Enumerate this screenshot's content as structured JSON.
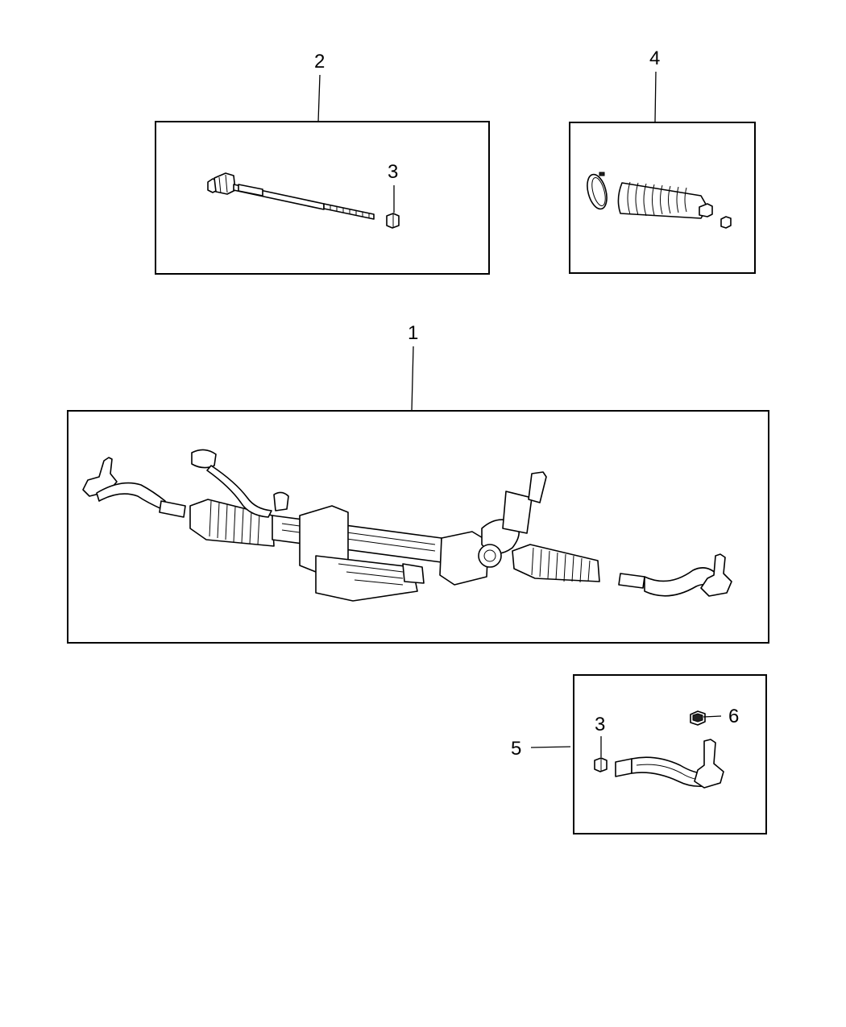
{
  "callouts": {
    "c1": "1",
    "c2": "2",
    "c3a": "3",
    "c3b": "3",
    "c4": "4",
    "c5": "5",
    "c6": "6"
  },
  "parts": [
    {
      "callout": "1",
      "icon": "steering-gear-rack-icon"
    },
    {
      "callout": "2",
      "icon": "inner-tie-rod-icon"
    },
    {
      "callout": "3",
      "icon": "jam-nut-icon"
    },
    {
      "callout": "4",
      "icon": "boot-kit-icon"
    },
    {
      "callout": "5",
      "icon": "outer-tie-rod-end-icon"
    },
    {
      "callout": "6",
      "icon": "nut-icon"
    }
  ]
}
